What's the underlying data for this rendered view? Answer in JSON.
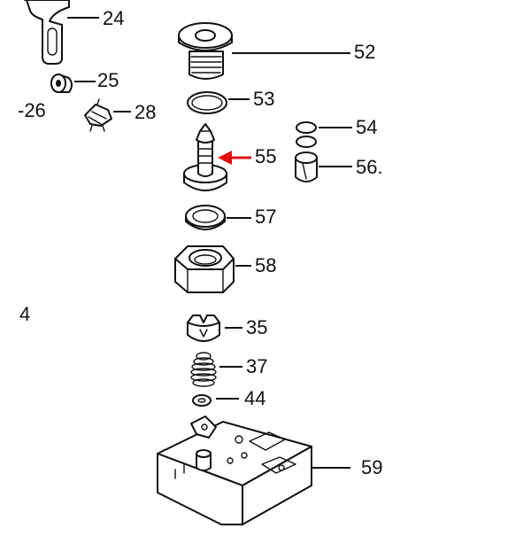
{
  "callouts": {
    "p24": "24",
    "p25": "25",
    "p26": "-26",
    "p28": "28",
    "p52": "52",
    "p53": "53",
    "p54": "54",
    "p55": "55",
    "p56": "56.",
    "p57": "57",
    "p58": "58",
    "p4": "4",
    "p35": "35",
    "p37": "37",
    "p44": "44",
    "p59": "59"
  },
  "colors": {
    "highlight_arrow": "#e01010",
    "ink": "#111111"
  }
}
